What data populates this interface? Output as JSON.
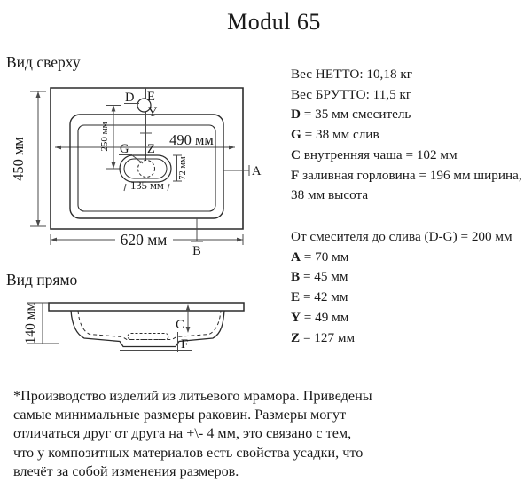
{
  "title": "Modul 65",
  "colors": {
    "ink": "#1a1a1a",
    "line": "#2b2b2b"
  },
  "top_view": {
    "label": "Вид сверху",
    "dims": {
      "overall_width": "620 мм",
      "overall_depth": "450 мм",
      "basin_width": "490 мм",
      "faucet_to_drain": "250 мм",
      "drain_width": "135 мм",
      "drain_height": "72 мм"
    },
    "markers": {
      "d": "D",
      "e": "E",
      "y": "Y",
      "g": "G",
      "z": "Z",
      "a": "A",
      "b": "B"
    }
  },
  "front_view": {
    "label": "Вид прямо",
    "dims": {
      "height": "140 мм"
    },
    "markers": {
      "c": "C",
      "f": "F"
    }
  },
  "specs": {
    "group1": [
      {
        "bold": "",
        "rest": "Вес НЕТТО: 10,18 кг"
      },
      {
        "bold": "",
        "rest": "Вес БРУТТО: 11,5 кг"
      },
      {
        "bold": "D",
        "rest": " = 35 мм смеситель"
      },
      {
        "bold": "G",
        "rest": " = 38 мм слив"
      },
      {
        "bold": "C",
        "rest": " внутренняя чаша = 102 мм"
      },
      {
        "bold": "F",
        "rest": " заливная горловина = 196 мм ширина,"
      },
      {
        "bold": "",
        "rest": "38 мм высота"
      }
    ],
    "group2": [
      {
        "bold": "",
        "rest": "От смесителя до слива (D-G) = 200 мм"
      },
      {
        "bold": "A",
        "rest": " = 70 мм"
      },
      {
        "bold": "B",
        "rest": " = 45 мм"
      },
      {
        "bold": "E",
        "rest": " = 42 мм"
      },
      {
        "bold": "Y",
        "rest": " = 49 мм"
      },
      {
        "bold": "Z",
        "rest": " = 127 мм"
      }
    ]
  },
  "footnote_lines": [
    "*Производство изделий из литьевого мрамора. Приведены",
    "самые минимальные размеры раковин. Размеры могут",
    "отличаться друг от друга на +\\- 4 мм, это связано с тем,",
    "что у композитных материалов есть свойства усадки, что",
    "влечёт за собой изменения размеров."
  ]
}
